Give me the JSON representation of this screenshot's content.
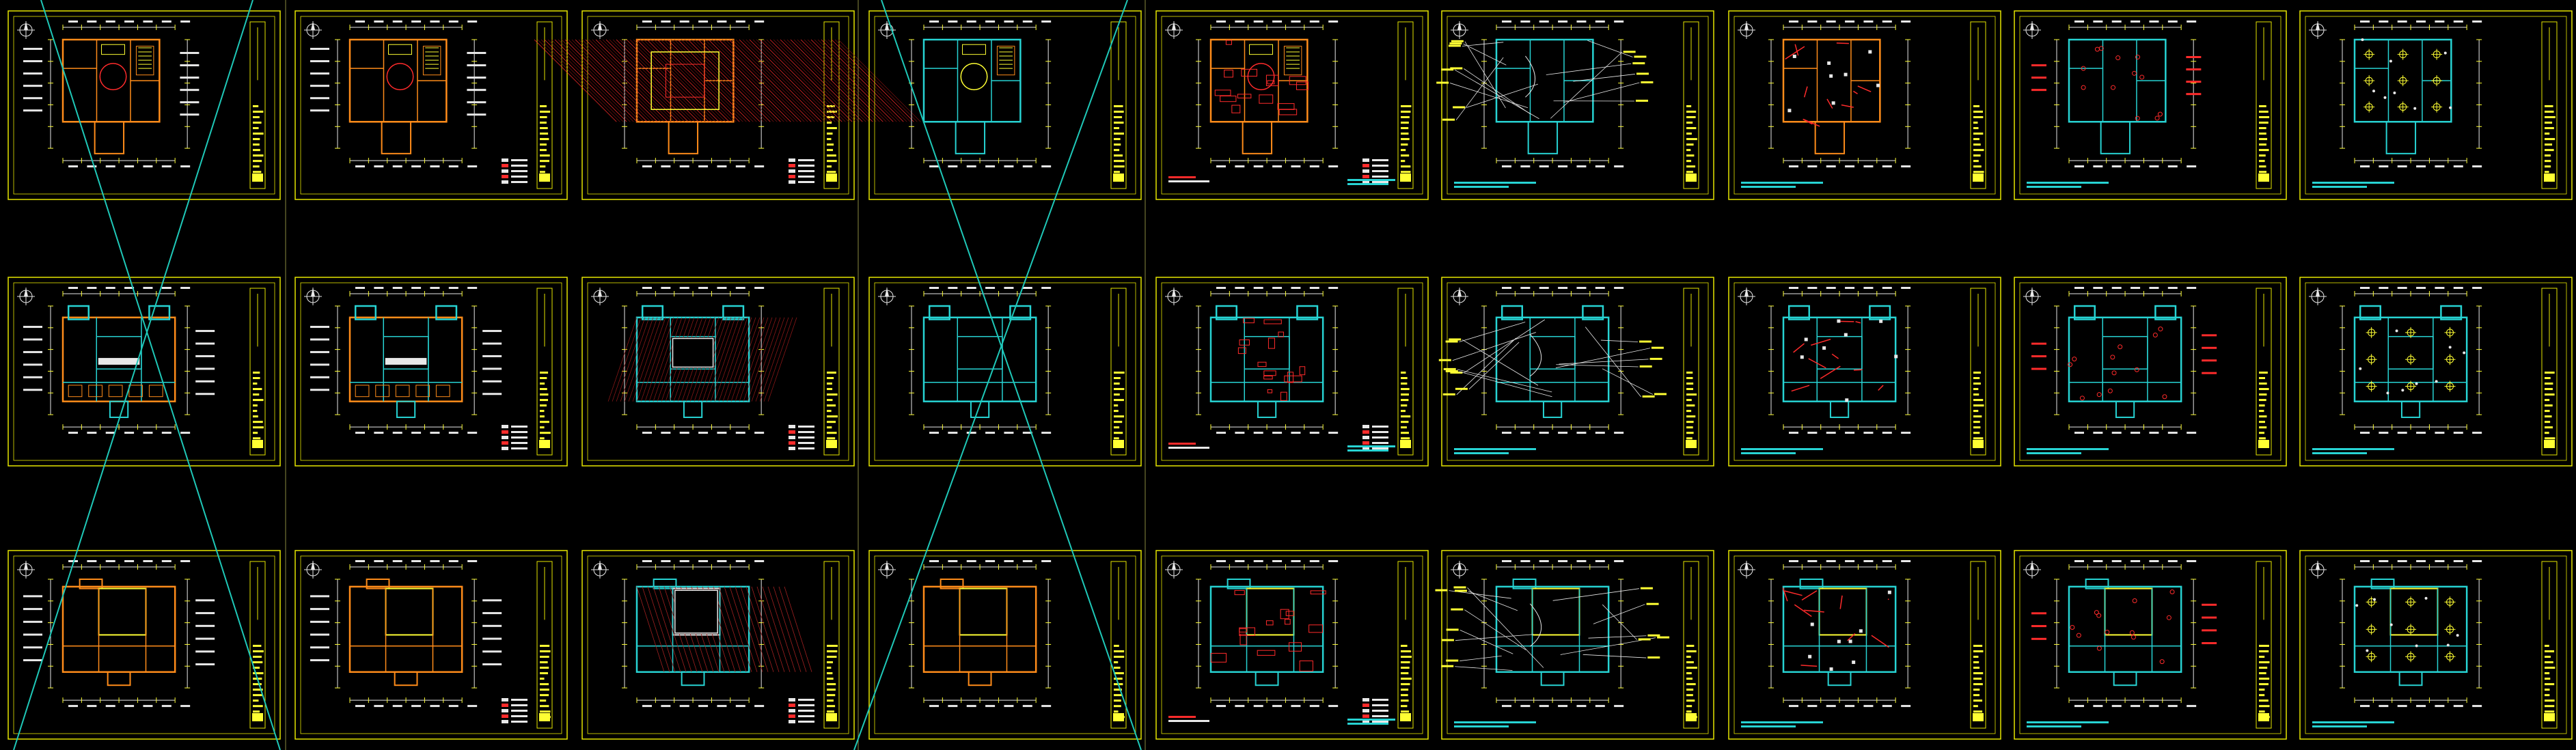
{
  "view": "cad-model-space",
  "background": "#000000",
  "colors": {
    "frame": "#e6e600",
    "yellow": "#ffff33",
    "red": "#ff2b2b",
    "orange": "#ff8c1a",
    "cyan": "#27d3d3",
    "white": "#e8e8e8",
    "magenta": "#ff40ff",
    "green": "#33ff66",
    "crossline": "#1fc8b8"
  },
  "rows": [
    {
      "row": 1,
      "sheets": [
        {
          "col": 1,
          "plan": "A",
          "scheme": "furniture"
        },
        {
          "col": 2,
          "plan": "A",
          "scheme": "wall-elevation"
        },
        {
          "col": 3,
          "plan": "A",
          "scheme": "floor-hatch"
        },
        {
          "col": 4,
          "plan": "A",
          "scheme": "outline"
        },
        {
          "col": 5,
          "plan": "A",
          "scheme": "demolition"
        },
        {
          "col": 6,
          "plan": "A",
          "scheme": "ceiling"
        },
        {
          "col": 7,
          "plan": "A",
          "scheme": "electrical"
        },
        {
          "col": 8,
          "plan": "A",
          "scheme": "socket"
        },
        {
          "col": 9,
          "plan": "A",
          "scheme": "lighting"
        }
      ]
    },
    {
      "row": 2,
      "sheets": [
        {
          "col": 1,
          "plan": "B",
          "scheme": "furniture"
        },
        {
          "col": 2,
          "plan": "B",
          "scheme": "wall-elevation"
        },
        {
          "col": 3,
          "plan": "B",
          "scheme": "floor-hatch"
        },
        {
          "col": 4,
          "plan": "B",
          "scheme": "outline"
        },
        {
          "col": 5,
          "plan": "B",
          "scheme": "demolition"
        },
        {
          "col": 6,
          "plan": "B",
          "scheme": "ceiling"
        },
        {
          "col": 7,
          "plan": "B",
          "scheme": "electrical"
        },
        {
          "col": 8,
          "plan": "B",
          "scheme": "socket"
        },
        {
          "col": 9,
          "plan": "B",
          "scheme": "lighting"
        }
      ]
    },
    {
      "row": 3,
      "sheets": [
        {
          "col": 1,
          "plan": "C",
          "scheme": "furniture"
        },
        {
          "col": 2,
          "plan": "C",
          "scheme": "wall-elevation"
        },
        {
          "col": 3,
          "plan": "C",
          "scheme": "floor-hatch"
        },
        {
          "col": 4,
          "plan": "C",
          "scheme": "outline"
        },
        {
          "col": 5,
          "plan": "C",
          "scheme": "demolition"
        },
        {
          "col": 6,
          "plan": "C",
          "scheme": "ceiling"
        },
        {
          "col": 7,
          "plan": "C",
          "scheme": "electrical"
        },
        {
          "col": 8,
          "plan": "C",
          "scheme": "socket"
        },
        {
          "col": 9,
          "plan": "C",
          "scheme": "lighting"
        }
      ]
    }
  ],
  "icons": {
    "north_arrow": "compass-rose-icon"
  }
}
